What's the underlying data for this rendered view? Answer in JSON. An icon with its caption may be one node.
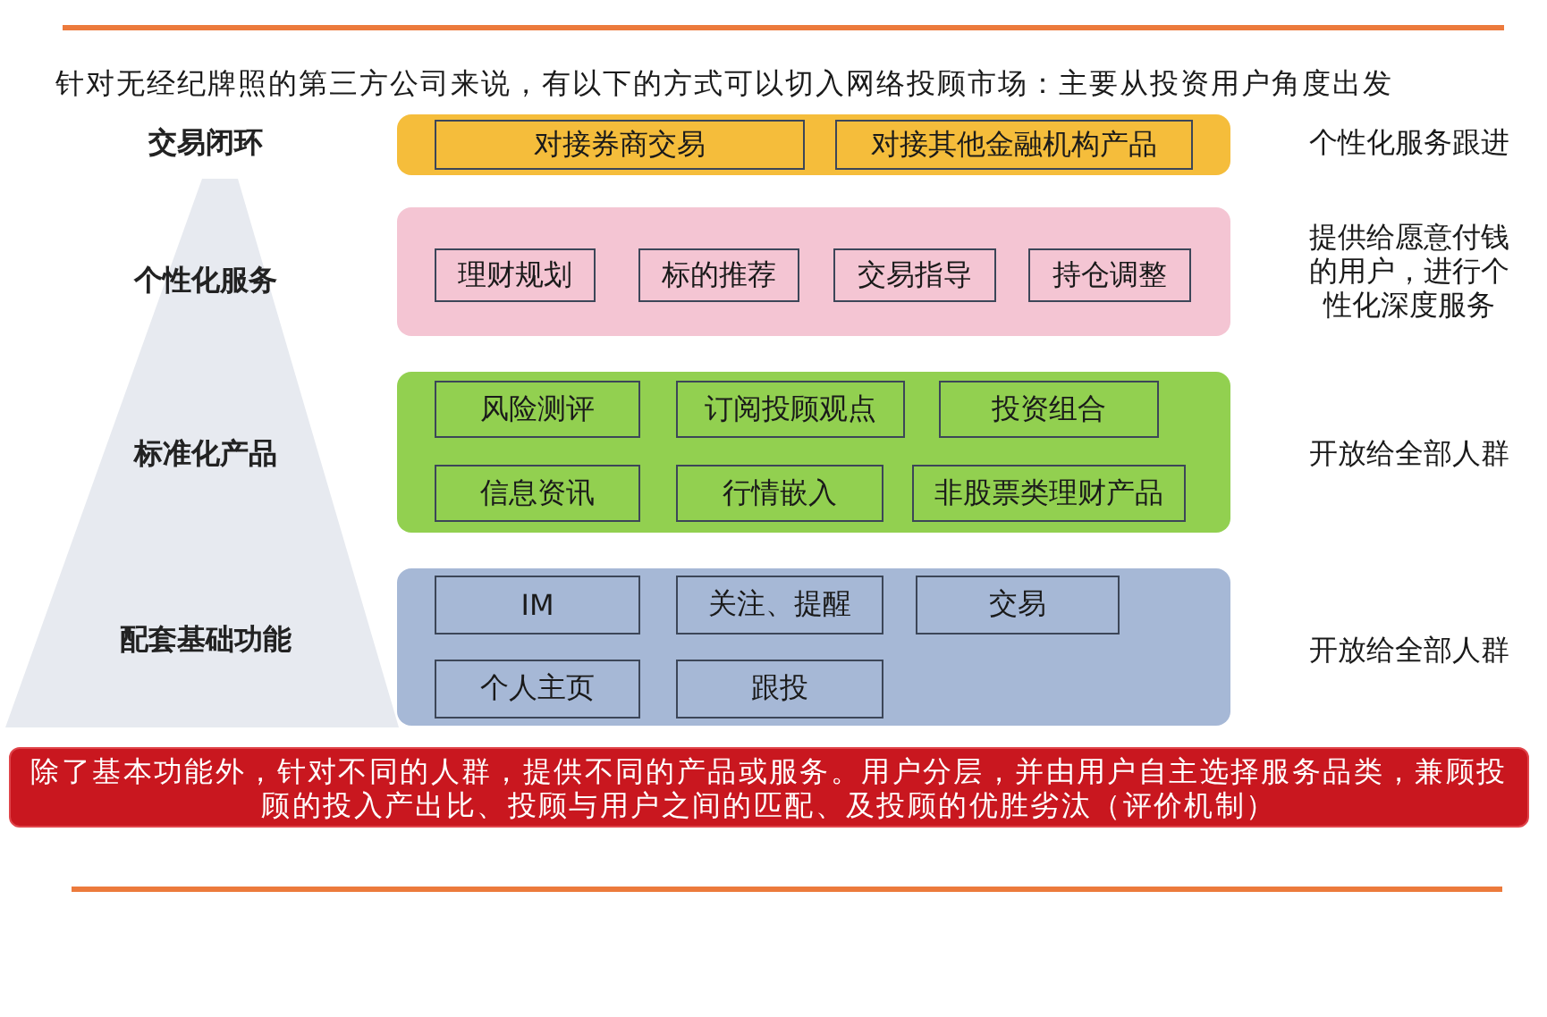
{
  "diagram": {
    "title": "针对无经纪牌照的第三方公司来说，有以下的方式可以切入网络投顾市场：主要从投资用户角度出发",
    "nodes": [
      {
        "text": [
          "交易闭环",
          "个性化服务",
          "标准化产品",
          "配套基础功能"
        ]
      },
      {
        "text": [],
        "shape": "box",
        "beside": [
          "个性化服务跟进"
        ]
      },
      {
        "text": [
          "对接券商交易"
        ],
        "in": 1
      },
      {
        "text": [
          "对接其他金融机构产品"
        ],
        "in": 1
      },
      {
        "text": [],
        "shape": "box",
        "beside": [
          "提供给愿意付钱的用户，进行个性化深度服务"
        ]
      },
      {
        "text": [
          "理财规划"
        ],
        "in": 4
      },
      {
        "text": [
          "标的推荐"
        ],
        "in": 4
      },
      {
        "text": [
          "交易指导"
        ],
        "in": 4
      },
      {
        "text": [
          "持仓调整"
        ],
        "in": 4
      },
      {
        "text": [],
        "shape": "box",
        "beside": [
          "开放给全部人群"
        ]
      },
      {
        "text": [
          "风险测评"
        ],
        "in": 9
      },
      {
        "text": [
          "订阅投顾观点"
        ],
        "in": 9
      },
      {
        "text": [
          "投资组合"
        ],
        "in": 9
      },
      {
        "text": [
          "信息资讯"
        ],
        "in": 9
      },
      {
        "text": [
          "行情嵌入"
        ],
        "in": 9
      },
      {
        "text": [
          "非股票类理财产品"
        ],
        "in": 9
      },
      {
        "text": [],
        "shape": "box",
        "beside": [
          "开放给全部人群"
        ]
      },
      {
        "text": [
          "IM"
        ],
        "in": 16
      },
      {
        "text": [
          "关注、提醒"
        ],
        "in": 16
      },
      {
        "text": [
          "交易"
        ],
        "in": 16
      },
      {
        "text": [
          "个人主页"
        ],
        "in": 16
      },
      {
        "text": [
          "跟投"
        ],
        "in": 16
      },
      {
        "text": [
          "除了基本功能外，针对不同的人群，提供不同的产品或服务。用户分层，并由用户自主选择服务品类，兼顾投顾的投入产出比、投顾与用户之间的匹配、及投顾的优胜劣汰（评价机制）"
        ]
      }
    ]
  }
}
